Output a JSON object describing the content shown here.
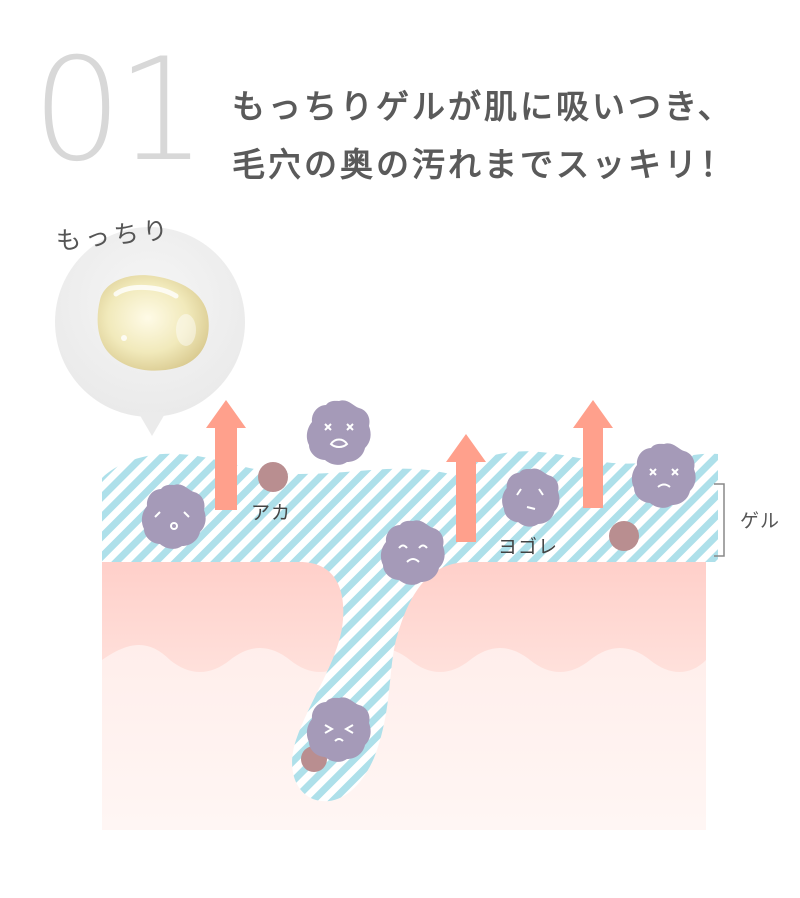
{
  "step": {
    "number": "01"
  },
  "headline": {
    "line1": "もっちりゲルが肌に吸いつき、",
    "line2": "毛穴の奥の汚れまでスッキリ！"
  },
  "gel_badge": {
    "label": "もっちり"
  },
  "labels": {
    "aka": "アカ",
    "yogore": "ヨゴレ",
    "gel": "ゲル"
  },
  "colors": {
    "gel_stripe": "#aee0ea",
    "skin_top": "#ffd2cc",
    "skin_bottom": "#fff0ee",
    "arrow": "#ffa08c",
    "dirt_particle": "#a59ab8",
    "aka_particle": "#b98e90",
    "text": "#5a5a5a",
    "step_number": "#d8d8d8"
  }
}
